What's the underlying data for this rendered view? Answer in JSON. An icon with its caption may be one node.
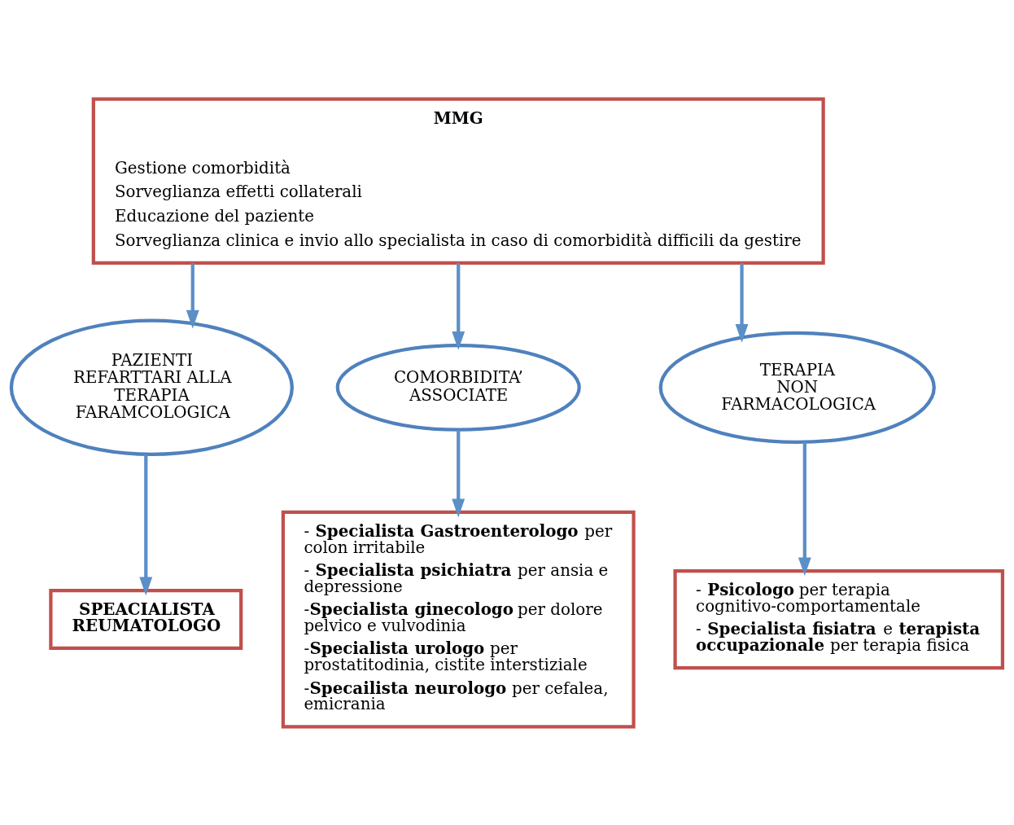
{
  "diagram": {
    "nodes": [
      {
        "text": [
          "MMG",
          "Gestione comorbidità",
          "Sorveglianza effetti collaterali",
          "Educazione del paziente",
          "Sorveglianza clinica e invio allo specialista in caso di comorbidità difficili da gestire"
        ]
      },
      {
        "text": [
          "PAZIENTI REFARTTARI ALLA TERAPIA FARAMCOLOGICA"
        ]
      },
      {
        "text": [
          "COMORBIDITA’ ASSOCIATE"
        ]
      },
      {
        "text": [
          "TERAPIA NON FARMACOLOGICA"
        ]
      },
      {
        "text": [
          "SPEACIALISTA REUMATOLOGO"
        ]
      },
      {
        "text": [
          "- **Specialista Gastroenterologo** per colon irritabile",
          "- **Specialista psichiatra** per ansia e depressione",
          "-**Specialista ginecologo** per dolore pelvico e vulvodinia",
          "-**Specialista urologo** per prostatitodinia, cistite interstiziale",
          "-**Specailista neurologo** per cefalea, emicrania"
        ]
      },
      {
        "text": [
          "- **Psicologo** per terapia cognitivo-comportamentale",
          "- **Specialista fisiatra** e **terapista occupazionale** per terapia fisica"
        ]
      }
    ],
    "edges": [
      {
        "from": 0,
        "to": 1,
        "arrow": "to"
      },
      {
        "from": 0,
        "to": 2,
        "arrow": "to"
      },
      {
        "from": 0,
        "to": 3,
        "arrow": "to"
      },
      {
        "from": 1,
        "to": 4,
        "arrow": "to"
      },
      {
        "from": 2,
        "to": 5,
        "arrow": "to"
      },
      {
        "from": 3,
        "to": 6,
        "arrow": "to"
      }
    ]
  }
}
